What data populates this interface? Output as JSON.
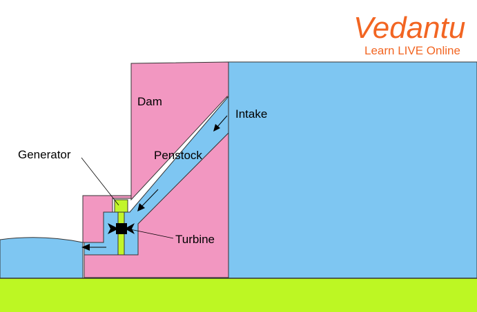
{
  "logo": {
    "brand": "Vedantu",
    "tagline": "Learn LIVE Online"
  },
  "labels": {
    "dam": "Dam",
    "intake": "Intake",
    "penstock": "Penstock",
    "generator": "Generator",
    "turbine": "Turbine"
  },
  "colors": {
    "water": "#7ec6f2",
    "dam": "#f297c1",
    "ground": "#bdf723",
    "generator": "#c2f52a",
    "brand": "#f26522"
  }
}
